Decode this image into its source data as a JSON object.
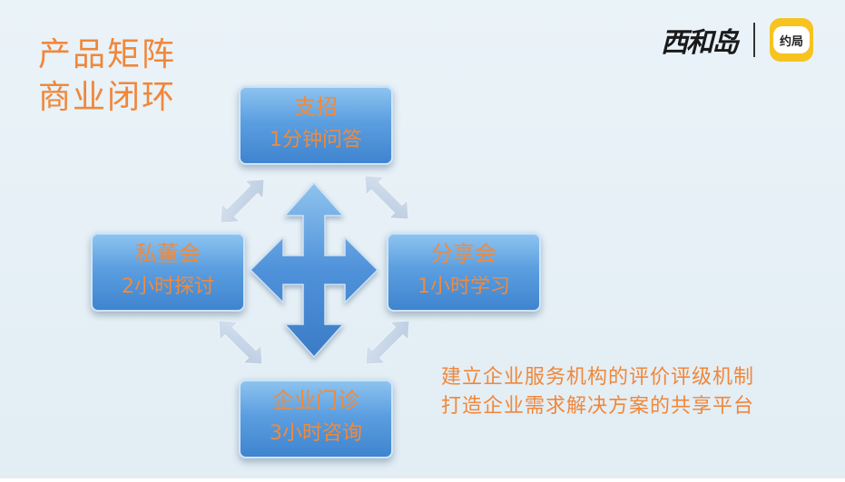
{
  "title": {
    "line1": "产品矩阵",
    "line2": "商业闭环"
  },
  "brand": {
    "name": "西和岛",
    "logo_text": "约局"
  },
  "diagram": {
    "top": {
      "name": "支招",
      "desc": "1分钟问答"
    },
    "left": {
      "name": "私董会",
      "desc": "2小时探讨"
    },
    "right": {
      "name": "分享会",
      "desc": "1小时学习"
    },
    "bottom": {
      "name": "企业门诊",
      "desc": "3小时咨询"
    }
  },
  "notes": {
    "line1": "建立企业服务机构的评价评级机制",
    "line2": "打造企业需求解决方案的共享平台"
  },
  "colors": {
    "accent": "#f0873a",
    "box_blue": "#5c9fe0",
    "arrow_blue": "#4a8fd8",
    "arrow_pale": "#c9d8ea"
  }
}
